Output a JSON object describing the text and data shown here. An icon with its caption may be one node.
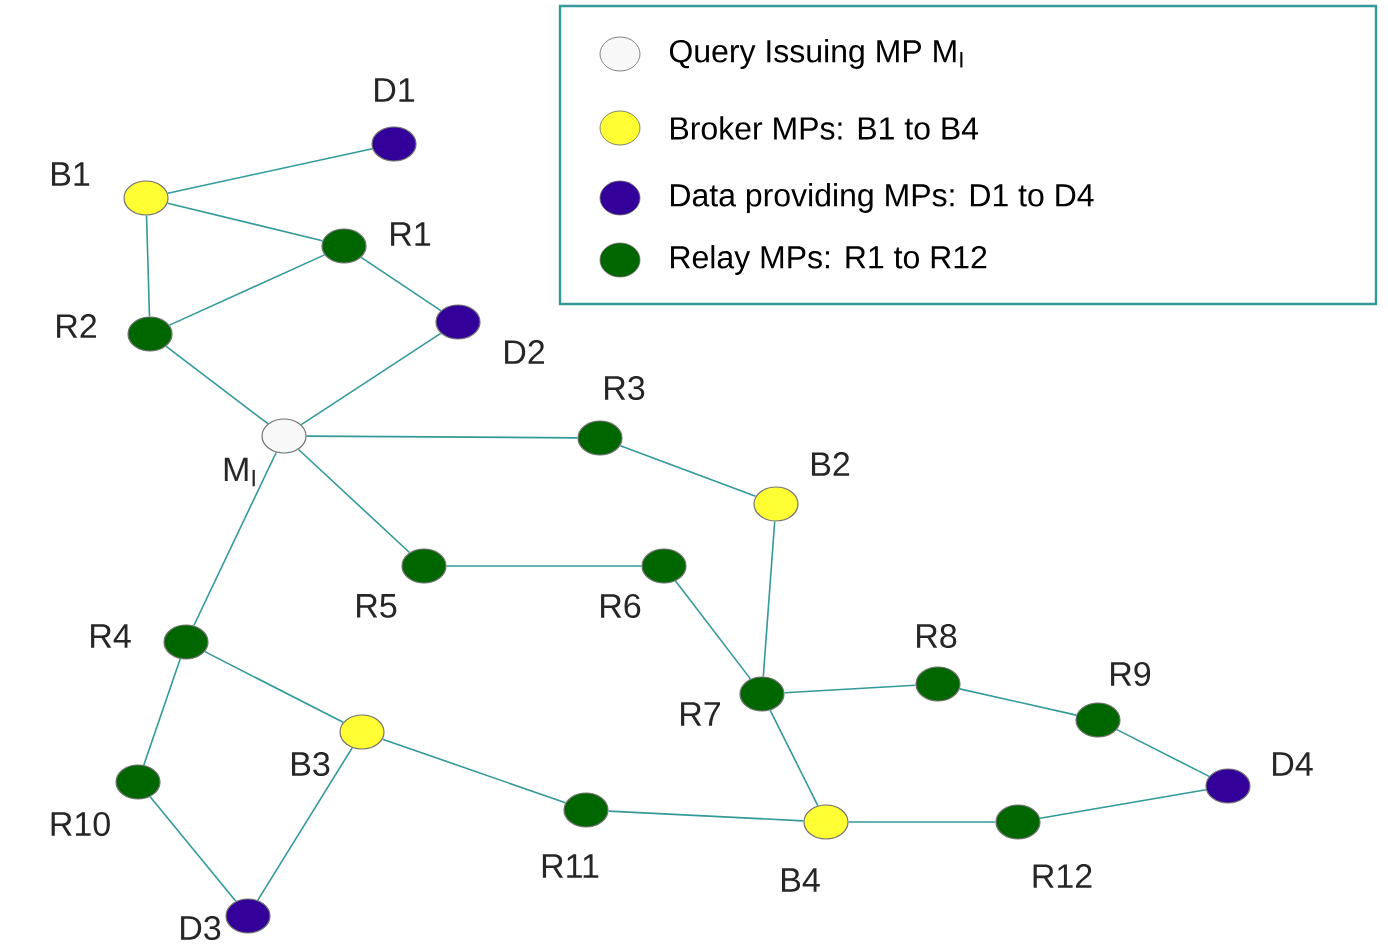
{
  "diagram": {
    "nodes": [
      {
        "text": [
          "D1"
        ]
      },
      {
        "text": [
          "B1"
        ]
      },
      {
        "text": [
          "R1"
        ]
      },
      {
        "text": [
          "R2"
        ]
      },
      {
        "text": [
          "D2"
        ]
      },
      {
        "text": [
          "M$_{I}$"
        ]
      },
      {
        "text": [
          "R3"
        ]
      },
      {
        "text": [
          "B2"
        ]
      },
      {
        "text": [
          "R5"
        ]
      },
      {
        "text": [
          "R6"
        ]
      },
      {
        "text": [
          "R4"
        ]
      },
      {
        "text": [
          "R7"
        ]
      },
      {
        "text": [
          "R8"
        ]
      },
      {
        "text": [
          "R9"
        ]
      },
      {
        "text": [
          "B3"
        ]
      },
      {
        "text": [
          "R10"
        ]
      },
      {
        "text": [
          "D4"
        ]
      },
      {
        "text": [
          "R11"
        ]
      },
      {
        "text": [
          "B4"
        ]
      },
      {
        "text": [
          "R12"
        ]
      },
      {
        "text": [
          "D3"
        ]
      }
    ],
    "edges": [
      {
        "from": 1,
        "to": 0,
        "arrow": "none"
      },
      {
        "from": 1,
        "to": 2,
        "arrow": "none"
      },
      {
        "from": 1,
        "to": 3,
        "arrow": "none"
      },
      {
        "from": 3,
        "to": 2,
        "arrow": "none"
      },
      {
        "from": 2,
        "to": 4,
        "arrow": "none"
      },
      {
        "from": 3,
        "to": 5,
        "arrow": "none"
      },
      {
        "from": 4,
        "to": 5,
        "arrow": "none"
      },
      {
        "from": 5,
        "to": 6,
        "arrow": "none"
      },
      {
        "from": 6,
        "to": 7,
        "arrow": "none"
      },
      {
        "from": 5,
        "to": 8,
        "arrow": "none"
      },
      {
        "from": 5,
        "to": 10,
        "arrow": "none"
      },
      {
        "from": 8,
        "to": 9,
        "arrow": "none"
      },
      {
        "from": 9,
        "to": 11,
        "arrow": "none"
      },
      {
        "from": 7,
        "to": 11,
        "arrow": "none"
      },
      {
        "from": 11,
        "to": 12,
        "arrow": "none"
      },
      {
        "from": 12,
        "to": 13,
        "arrow": "none"
      },
      {
        "from": 13,
        "to": 16,
        "arrow": "none"
      },
      {
        "from": 11,
        "to": 18,
        "arrow": "none"
      },
      {
        "from": 10,
        "to": 14,
        "arrow": "none"
      },
      {
        "from": 10,
        "to": 15,
        "arrow": "none"
      },
      {
        "from": 15,
        "to": 20,
        "arrow": "none"
      },
      {
        "from": 14,
        "to": 20,
        "arrow": "none"
      },
      {
        "from": 14,
        "to": 17,
        "arrow": "none"
      },
      {
        "from": 17,
        "to": 18,
        "arrow": "none"
      },
      {
        "from": 18,
        "to": 19,
        "arrow": "none"
      },
      {
        "from": 19,
        "to": 16,
        "arrow": "none"
      }
    ],
    "legend": [
      {
        "text": "Query Issuing MP M$_{I}$",
        "color": "#f8f8f8"
      },
      {
        "text": "Broker MPs: B1 to B4",
        "color": "#ffff33"
      },
      {
        "text": "Data providing MPs: D1 to D4",
        "color": "#330099"
      },
      {
        "text": "Relay MPs: R1 to R12",
        "color": "#006600"
      }
    ]
  }
}
